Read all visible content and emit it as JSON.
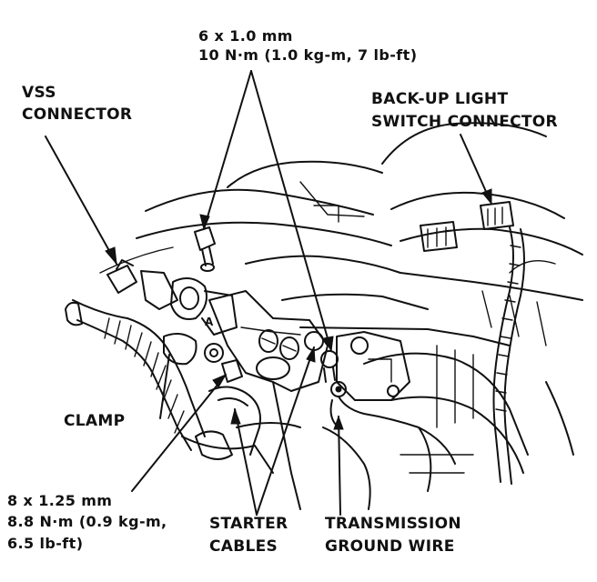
{
  "labels": {
    "bolt_small_size": "6 x 1.0 mm",
    "bolt_small_torque": "10 N·m (1.0 kg-m, 7 lb-ft)",
    "vss_line1": "VSS",
    "vss_line2": "CONNECTOR",
    "backup_line1": "BACK-UP LIGHT",
    "backup_line2": "SWITCH CONNECTOR",
    "clamp": "CLAMP",
    "bolt_large_size": "8 x 1.25 mm",
    "bolt_large_torque_1": "8.8 N·m (0.9 kg-m,",
    "bolt_large_torque_2": "6.5 lb-ft)",
    "starter_line1": "STARTER",
    "starter_line2": "CABLES",
    "ground_line1": "TRANSMISSION",
    "ground_line2": "GROUND WIRE"
  }
}
